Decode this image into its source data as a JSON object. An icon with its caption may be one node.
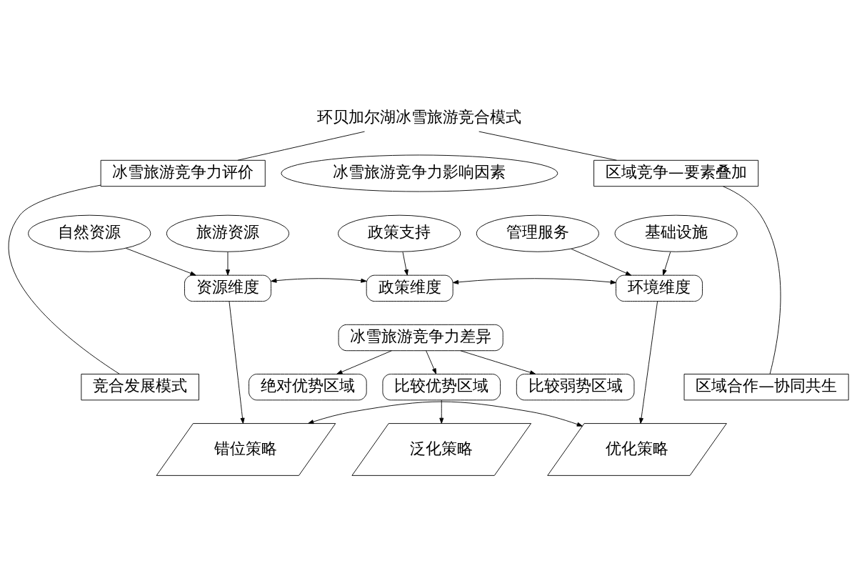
{
  "diagram": {
    "nodes": [
      {
        "text": [
          "环贝加尔湖冰雪旅游竞合模式"
        ]
      },
      {
        "text": [
          "冰雪旅游竞争力评价"
        ]
      },
      {
        "text": [
          "竞合发展模式"
        ]
      },
      {
        "text": [
          "区域竞争—要素叠加"
        ]
      },
      {
        "text": [
          "区域合作—协同共生"
        ]
      },
      {
        "text": [
          "冰雪旅游竞争力影响因素"
        ]
      },
      {
        "text": [
          "自然资源"
        ]
      },
      {
        "text": [
          "旅游资源"
        ]
      },
      {
        "text": [
          "政策支持"
        ]
      },
      {
        "text": [
          "管理服务"
        ]
      },
      {
        "text": [
          "基础设施"
        ]
      },
      {
        "text": [
          "资源维度"
        ]
      },
      {
        "text": [
          "政策维度"
        ]
      },
      {
        "text": [
          "环境维度"
        ]
      },
      {
        "text": [
          "冰雪旅游竞争力差异"
        ]
      },
      {
        "text": [
          "绝对优势区域"
        ]
      },
      {
        "text": [
          "比较优势区域"
        ]
      },
      {
        "text": [
          "比较弱势区域"
        ]
      },
      {
        "text": [
          "错位策略"
        ]
      },
      {
        "text": [
          "泛化策略"
        ]
      },
      {
        "text": [
          "优化策略"
        ]
      }
    ],
    "edges": [
      {
        "from": 0,
        "to": 1,
        "arrow": "none"
      },
      {
        "from": 0,
        "to": 3,
        "arrow": "none"
      },
      {
        "from": 1,
        "to": 2,
        "arrow": "none"
      },
      {
        "from": 3,
        "to": 4,
        "arrow": "none"
      },
      {
        "from": 6,
        "to": 11,
        "arrow": "to"
      },
      {
        "from": 7,
        "to": 11,
        "arrow": "to"
      },
      {
        "from": 8,
        "to": 12,
        "arrow": "to"
      },
      {
        "from": 9,
        "to": 13,
        "arrow": "to"
      },
      {
        "from": 10,
        "to": 13,
        "arrow": "to"
      },
      {
        "from": 11,
        "to": 12,
        "arrow": "both"
      },
      {
        "from": 12,
        "to": 13,
        "arrow": "both"
      },
      {
        "from": 14,
        "to": 15,
        "arrow": "to"
      },
      {
        "from": 14,
        "to": 16,
        "arrow": "to"
      },
      {
        "from": 14,
        "to": 17,
        "arrow": "to"
      },
      {
        "from": 18,
        "to": 20,
        "arrow": "both"
      },
      {
        "from": 16,
        "to": 19,
        "arrow": "to"
      },
      {
        "from": 11,
        "to": 18,
        "arrow": "to"
      },
      {
        "from": 13,
        "to": 20,
        "arrow": "to"
      }
    ]
  }
}
